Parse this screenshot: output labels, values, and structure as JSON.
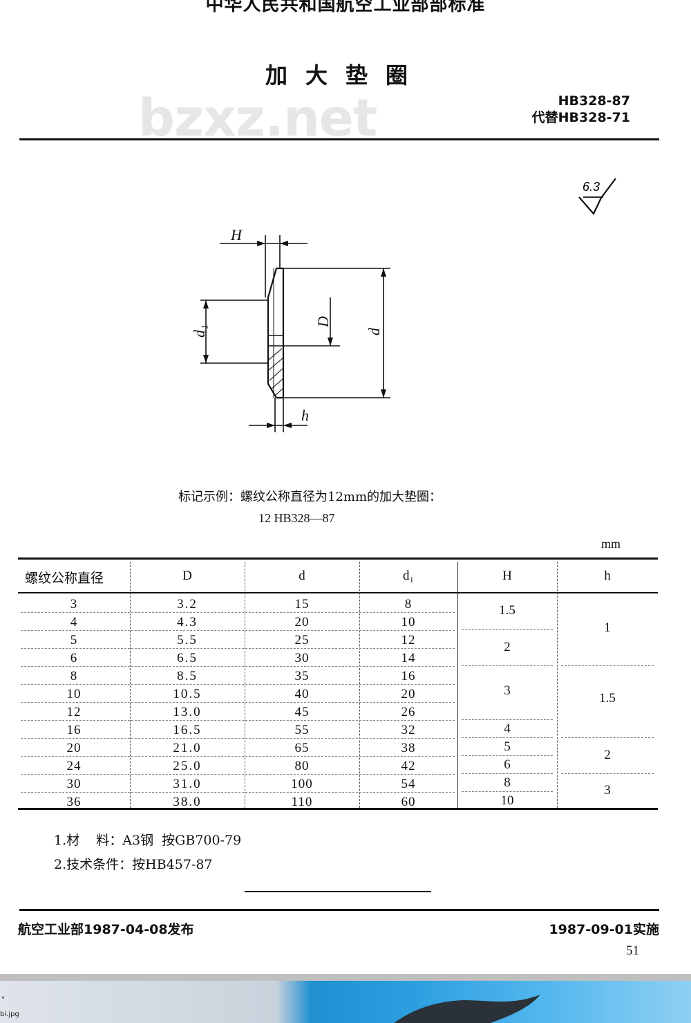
{
  "header": {
    "org": "中华人民共和国航空工业部部标准",
    "title": "加大垫圈",
    "code": "HB328-87",
    "replaces": "代替HB328-71",
    "watermark": "bzxz.net"
  },
  "drawing": {
    "roughness": "6.3",
    "labels": {
      "H": "H",
      "d1": "d₁",
      "D": "D",
      "d": "d",
      "h": "h"
    }
  },
  "example": {
    "line1": "标记示例：螺纹公称直径为12mm的加大垫圈：",
    "line2": "12   HB328—87"
  },
  "table": {
    "unit": "mm",
    "headers": [
      "螺纹公称直径",
      "D",
      "d",
      "d₁",
      "H",
      "h"
    ],
    "rows": [
      [
        "3",
        "3.2",
        "15",
        "8"
      ],
      [
        "4",
        "4.3",
        "20",
        "10"
      ],
      [
        "5",
        "5.5",
        "25",
        "12"
      ],
      [
        "6",
        "6.5",
        "30",
        "14"
      ],
      [
        "8",
        "8.5",
        "35",
        "16"
      ],
      [
        "10",
        "10.5",
        "40",
        "20"
      ],
      [
        "12",
        "13.0",
        "45",
        "26"
      ],
      [
        "16",
        "16.5",
        "55",
        "32"
      ],
      [
        "20",
        "21.0",
        "65",
        "38"
      ],
      [
        "24",
        "25.0",
        "80",
        "42"
      ],
      [
        "30",
        "31.0",
        "100",
        "54"
      ],
      [
        "36",
        "38.0",
        "110",
        "60"
      ]
    ],
    "H_values": [
      "1.5",
      "2",
      "3",
      "4",
      "5",
      "6",
      "8",
      "10"
    ],
    "h_values": [
      "1",
      "1.5",
      "2",
      "3"
    ]
  },
  "notes": {
    "n1": "1.材    料：A3钢  按GB700-79",
    "n2": "2.技术条件：按HB457-87"
  },
  "footer": {
    "issued": "航空工业部1987-04-08发布",
    "effective": "1987-09-01实施",
    "page": "51"
  },
  "corner_text": {
    "a": "°",
    "b": "bi.jpg"
  }
}
